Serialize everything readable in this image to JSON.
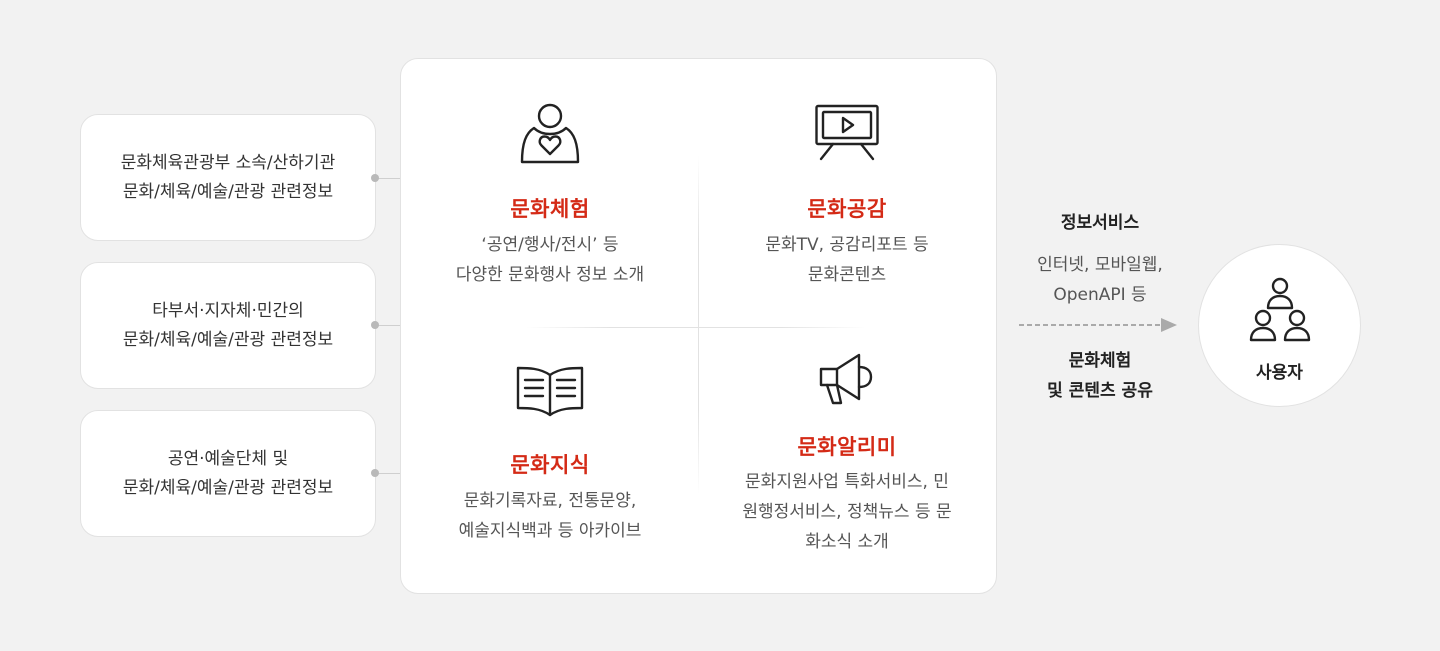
{
  "sources": [
    {
      "line1": "문화체육관광부 소속/산하기관",
      "line2": "문화/체육/예술/관광 관련정보"
    },
    {
      "line1": "타부서·지자체·민간의",
      "line2": "문화/체육/예술/관광 관련정보"
    },
    {
      "line1": "공연·예술단체 및",
      "line2": "문화/체육/예술/관광 관련정보"
    }
  ],
  "cells": [
    {
      "icon": "person-heart-icon",
      "title": "문화체험",
      "desc1": "‘공연/행사/전시’ 등",
      "desc2": "다양한 문화행사 정보 소개",
      "desc3": ""
    },
    {
      "icon": "tv-play-icon",
      "title": "문화공감",
      "desc1": "문화TV, 공감리포트 등",
      "desc2": "문화콘텐츠",
      "desc3": ""
    },
    {
      "icon": "book-icon",
      "title": "문화지식",
      "desc1": "문화기록자료, 전통문양,",
      "desc2": "예술지식백과 등 아카이브",
      "desc3": ""
    },
    {
      "icon": "megaphone-icon",
      "title": "문화알리미",
      "desc1": "문화지원사업 특화서비스, 민",
      "desc2": "원행정서비스, 정책뉴스 등 문",
      "desc3": "화소식 소개"
    }
  ],
  "flow": {
    "top_label": "정보서비스",
    "mid_line1": "인터넷, 모바일웹,",
    "mid_line2": "OpenAPI 등",
    "bottom_line1": "문화체험",
    "bottom_line2": "및 콘텐츠 공유"
  },
  "user": {
    "icon": "users-icon",
    "label": "사용자"
  },
  "colors": {
    "accent": "#d42a16",
    "background": "#f2f2f2",
    "arrow": "#aaaaaa"
  }
}
